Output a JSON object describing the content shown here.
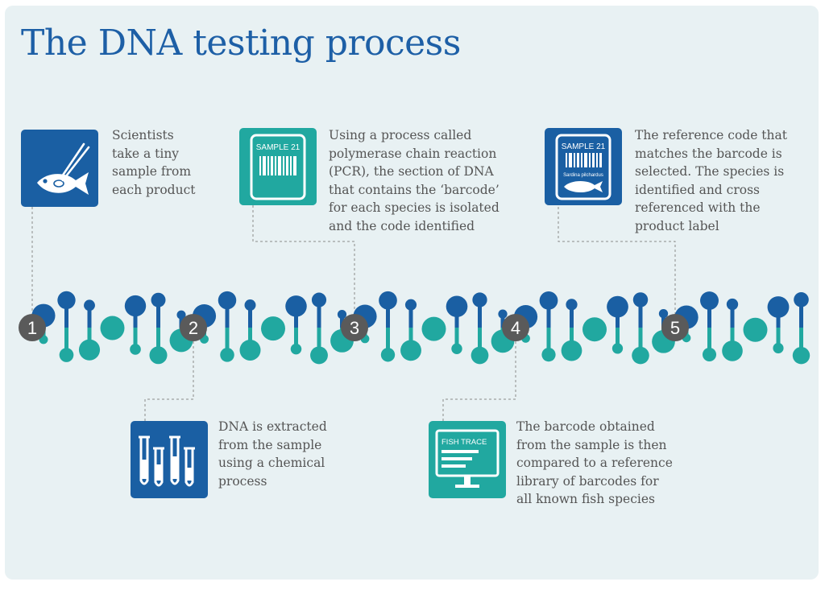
{
  "title": "The DNA testing process",
  "colors": {
    "blue": "#1a5fa3",
    "teal": "#21a8a0",
    "number_bg": "#5a5a5a",
    "panel": "#e8f1f3"
  },
  "steps": [
    {
      "number": "1",
      "icon": "fish-tweezers-icon",
      "lines": [
        "Scientists",
        "take a tiny",
        "sample from",
        "each product"
      ]
    },
    {
      "number": "2",
      "icon": "test-tubes-icon",
      "lines": [
        "DNA is extracted",
        "from the sample",
        "using a chemical",
        "process"
      ]
    },
    {
      "number": "3",
      "icon": "barcode-label-icon",
      "icon_label": "SAMPLE 21",
      "lines": [
        "Using a process called",
        "polymerase chain reaction",
        "(PCR), the section of DNA",
        "that contains the ‘barcode’",
        "for each species is isolated",
        "and the code identified"
      ]
    },
    {
      "number": "4",
      "icon": "monitor-icon",
      "icon_label": "FISH TRACE",
      "lines": [
        "The barcode obtained",
        "from the sample is then",
        "compared to a reference",
        "library of barcodes for",
        "all known fish species"
      ]
    },
    {
      "number": "5",
      "icon": "species-label-icon",
      "icon_label": "SAMPLE 21",
      "icon_sublabel": "Sardina pilchardus",
      "lines": [
        "The reference code that",
        "matches the barcode is",
        "selected. The species is",
        "identified and cross",
        "referenced with the",
        "product label"
      ]
    }
  ]
}
